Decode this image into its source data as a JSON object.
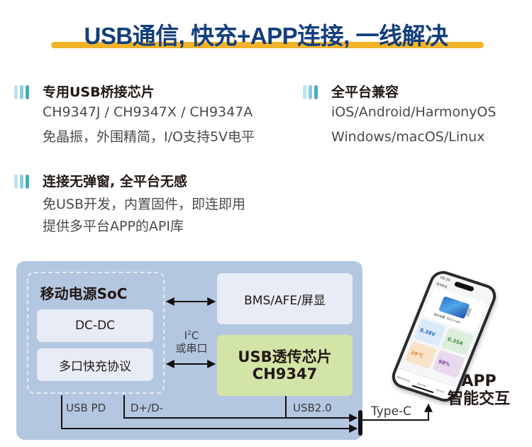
{
  "title": "USB通信, 快充+APP连接, 一线解决",
  "colors": {
    "title": "#133e7c",
    "title_underline": "#f2b32a",
    "panel": "#b4c7e1",
    "block": "#e7ecf6",
    "chip_block": "#d3e4a7",
    "bars": [
      "#bfe3ee",
      "#8ccde0",
      "#4aa8c7"
    ]
  },
  "features": [
    {
      "title": "专用USB桥接芯片",
      "lines": [
        "CH9347J / CH9347X / CH9347A",
        "免晶振，外围精简，I/O支持5V电平"
      ]
    },
    {
      "title": "全平台兼容",
      "lines": [
        "iOS/Android/HarmonyOS",
        "Windows/macOS/Linux"
      ]
    },
    {
      "title": "连接无弹窗, 全平台无感",
      "lines": [
        "免USB开发，内置固件，即连即用",
        "提供多平台APP的API库"
      ]
    }
  ],
  "diagram": {
    "soc_title": "移动电源SoC",
    "dcdc": "DC-DC",
    "fast_charge": "多口快充协议",
    "bms": "BMS/AFE/屏显",
    "i2c_base": "I",
    "i2c_sup": "2",
    "i2c_tail": "C",
    "i2c_alt": "或串口",
    "chip_line1": "USB透传芯片",
    "chip_line2": "CH9347",
    "usb_pd": "USB PD",
    "dp_dm": "D+/D-",
    "usb2": "USB2.0",
    "type_c": "Type-C"
  },
  "phone": {
    "time": "09:30",
    "header": "电池状态",
    "battery_title": "电池容量",
    "capacity": "剩余容量: 2533 mAh",
    "tiles": [
      {
        "label": "电池电压",
        "value": "8.38V"
      },
      {
        "label": "电池电流",
        "value": "0.35A"
      },
      {
        "label": "电池温度",
        "value": "39°C"
      },
      {
        "label": "剩余电量",
        "value": "98%"
      }
    ],
    "tabs": [
      "Monitoring",
      "Setting",
      "Device"
    ]
  },
  "app_label": {
    "line1": "APP",
    "line2": "智能交互"
  }
}
